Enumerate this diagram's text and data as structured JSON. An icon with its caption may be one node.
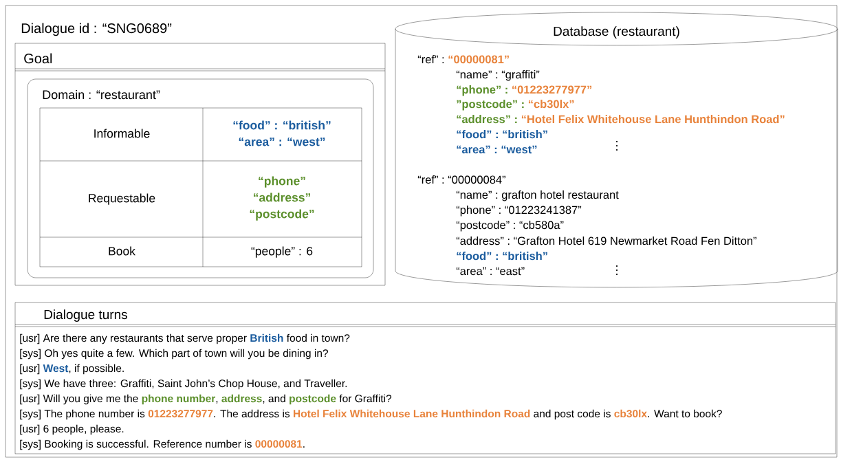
{
  "diagram": {
    "nodes": [
      {
        "text": [
          "Dialogue id : “SNG0689”"
        ]
      },
      {
        "text": [
          "Goal"
        ],
        "in": 0
      },
      {
        "text": [
          "Domain : “restaurant”"
        ],
        "in": 1
      },
      {
        "text": [
          "Database (restaurant)",
          "“ref” :",
          "“00000081”",
          "“name” :",
          "“graffiti”",
          "“phone” :",
          "“01223277977”",
          "”postcode” :",
          "“cb30lx”",
          "“address” :",
          "“Hotel Felix Whitehouse Lane Hunthindon Road”",
          "“food” :",
          "“british”",
          "“area” :",
          "“west”",
          "“ref” :",
          "“00000084”",
          "“name” :",
          "grafton hotel restaurant",
          "“phone” :",
          "“01223241387”",
          "“postcode” :",
          "“cb580a”",
          "“address” :",
          "“Grafton Hotel 619 Newmarket Road Fen Ditton”",
          "“food” :",
          "“british”",
          "“area” :",
          "“east”"
        ],
        "in": 0
      },
      {
        "text": [
          "Dialogue turns"
        ],
        "in": 0
      }
    ],
    "labels": [
      "Informable",
      "“food” : “british”",
      "“area” : “west”",
      "Requestable",
      "“phone”",
      "“address”",
      "“postcode”",
      "Book",
      "“people” : 6",
      "[usr] Are there any restaurants that serve proper **British** food in town?",
      "[sys] Oh yes quite a few. Which part of town will you be dining in?",
      "[usr] **West**, if possible.",
      "[sys] We have three: Graffiti, Saint John’s Chop House, and Traveller.",
      "[usr] Will you give me the **phone number**, **address**, and **postcode** for Graffiti?",
      "[sys] The phone number is **01223277977**. The address is **Hotel Felix Whitehouse Lane Hunthindon Road** and post code is **cb30lx**. Want to book?",
      "[usr] 6 people, please.",
      "[sys] Booking is successful. Reference number is **00000081**."
    ]
  }
}
